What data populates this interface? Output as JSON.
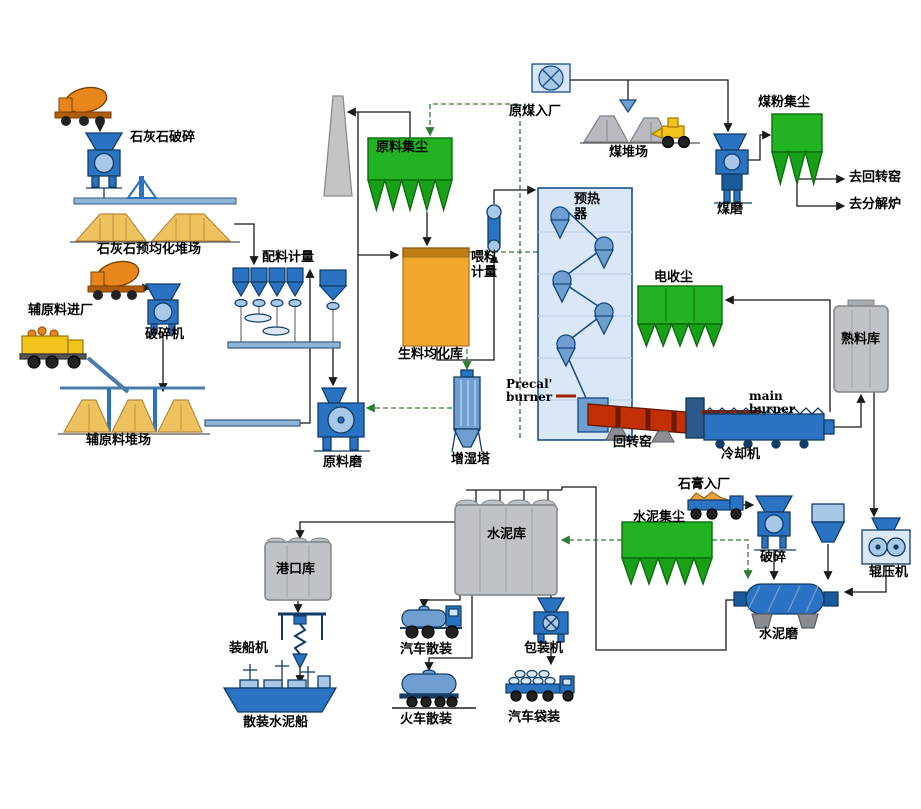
{
  "diagram": {
    "labels": {
      "limestone_crushing": "石灰石破碎",
      "limestone_preblending_yard": "石灰石预均化堆场",
      "batching_metering": "配料计量",
      "aux_material_entry": "辅原料进厂",
      "crusher_machine": "破碎机",
      "aux_material_yard": "辅原料堆场",
      "raw_material_dust_collector": "原料集尘",
      "raw_meal_homogenizing_silo": "生料均化库",
      "feeding_metering": "喂料计量",
      "raw_mill": "原料磨",
      "humidifying_tower": "增湿塔",
      "preheater": "预热器",
      "raw_coal_entry": "原煤入厂",
      "coal_yard": "煤堆场",
      "coal_dust_collector": "煤粉集尘",
      "coal_mill": "煤磨",
      "to_rotary_kiln": "去回转窑",
      "to_calciner": "去分解炉",
      "electrostatic_precipitator": "电收尘",
      "precal_burner": "Precal' burner",
      "main_burner": "main burner",
      "rotary_kiln": "回转窑",
      "cooler": "冷却机",
      "clinker_silo": "熟料库",
      "cement_dust_collector": "水泥集尘",
      "gypsum_entry": "石膏入厂",
      "gypsum_crushing": "破碎",
      "roller_press": "辊压机",
      "cement_mill": "水泥磨",
      "cement_silo": "水泥库",
      "port_silo": "港口库",
      "ship_loader": "装船机",
      "bulk_cement_ship": "散装水泥船",
      "truck_bulk": "汽车散装",
      "train_bulk": "火车散装",
      "packing_machine": "包装机",
      "truck_bagged": "汽车袋装"
    },
    "colors": {
      "machine_blue": "#2a72c2",
      "machine_blue_dark": "#123c66",
      "collector_green": "#21b321",
      "pile_orange": "#eec35f",
      "silo_orange": "#f2a72e",
      "silo_gray": "#bfc3c7",
      "kiln_red": "#c33005",
      "truck_orange": "#e8861c",
      "truck_yellow": "#f2c21d"
    }
  }
}
